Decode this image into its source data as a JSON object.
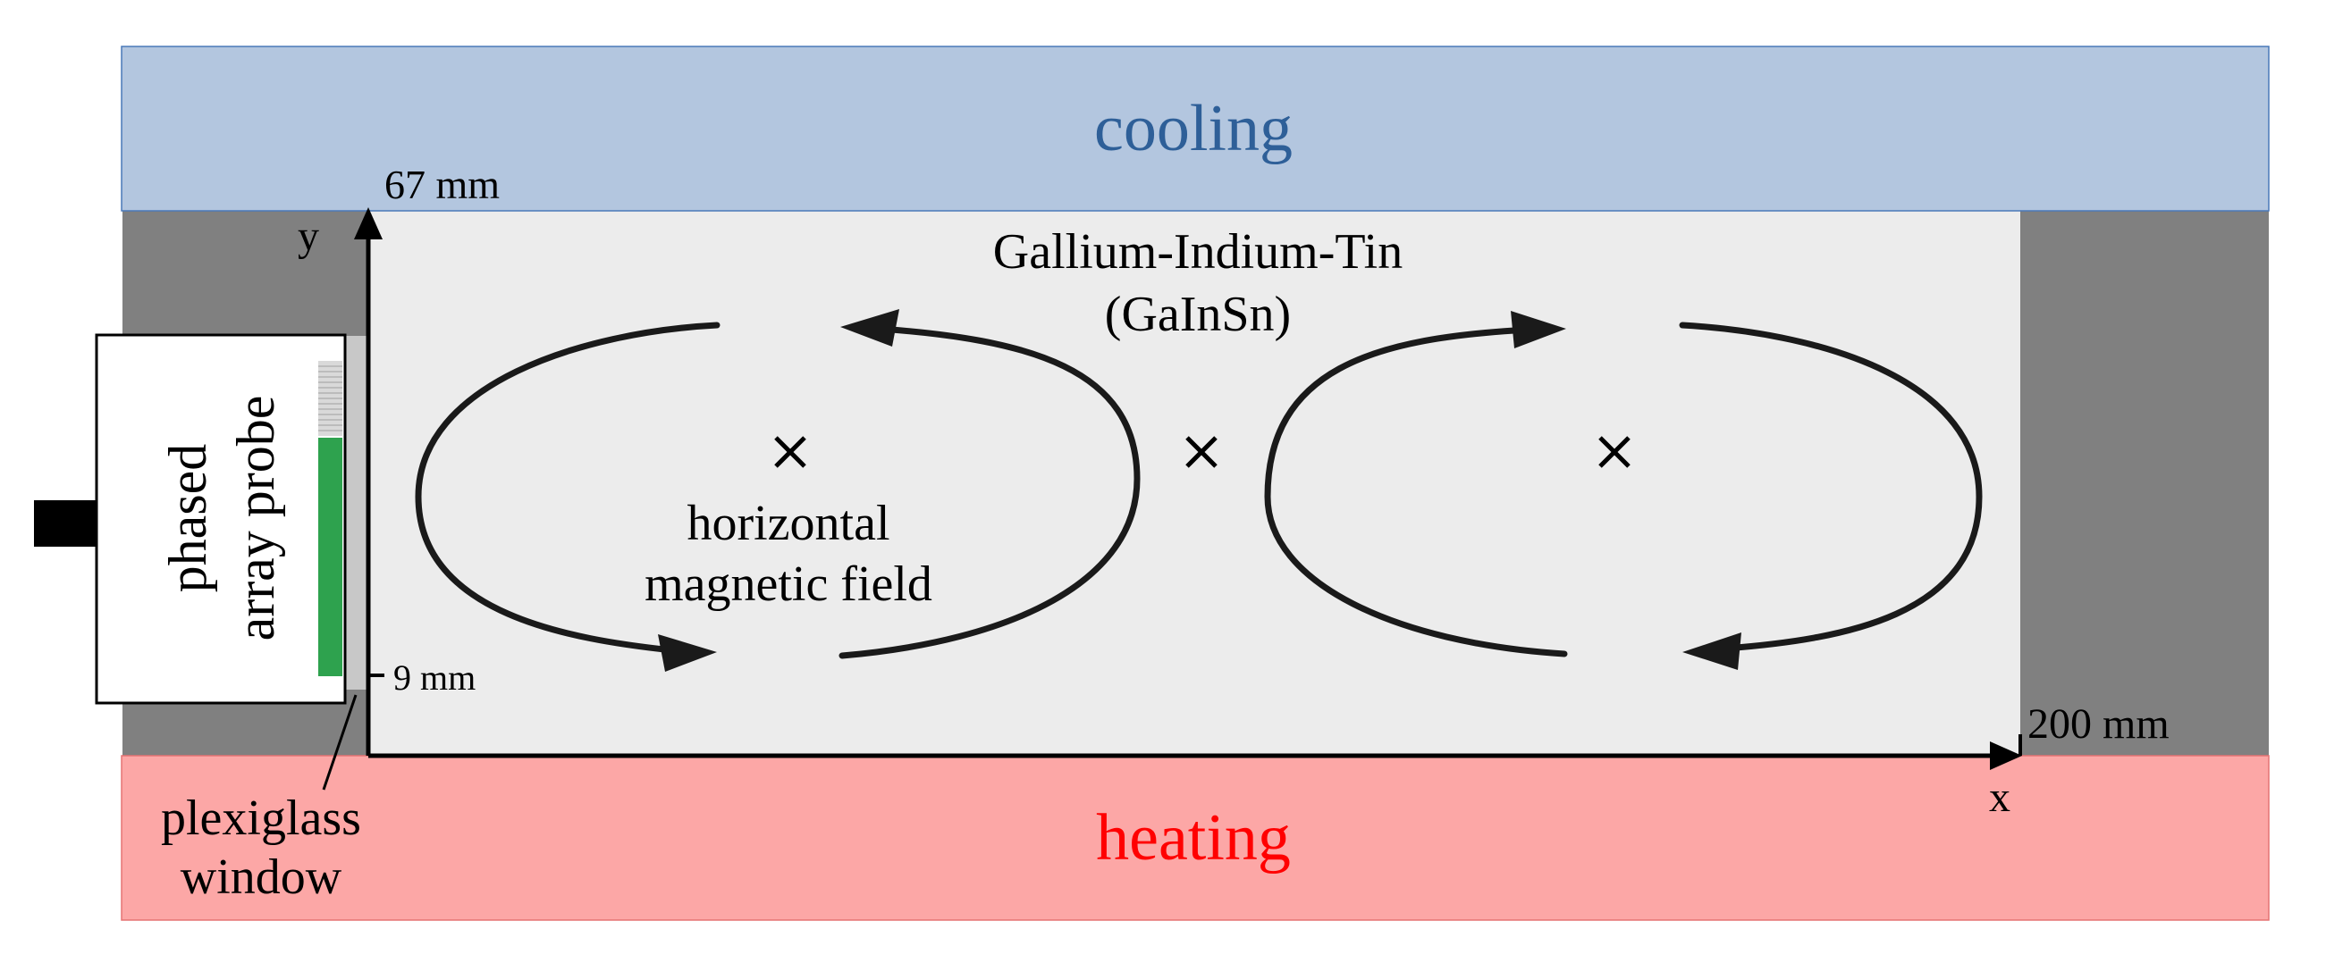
{
  "labels": {
    "cooling": "cooling",
    "heating": "heating",
    "fluid_line1": "Gallium-Indium-Tin",
    "fluid_line2": "(GaInSn)",
    "field_line1": "horizontal",
    "field_line2": "magnetic field",
    "probe_line1": "phased",
    "probe_line2": "array probe",
    "window_line1": "plexiglass",
    "window_line2": "window",
    "y_top": "67 mm",
    "y_probe": "9 mm",
    "x_end": "200 mm",
    "x_axis": "x",
    "y_axis": "y",
    "field_marker": "×"
  },
  "colors": {
    "cooling_fill": "#b3c6df",
    "cooling_border": "#4a78b8",
    "cooling_text": "#2e5f98",
    "heating_fill": "#fca7a6",
    "heating_border": "#e57373",
    "heating_text": "#ff0000",
    "wall": "#808080",
    "fluid": "#ececec",
    "window": "#c8c8c8",
    "sensor_green": "#2ea24e",
    "sensor_striped": "#bdbdbd",
    "ink": "#000000",
    "flow": "#1a1a1a"
  },
  "icons": {
    "field_marker": "cross-mark-icon",
    "flow_arrow": "arrowhead-icon",
    "probe_cable": "cable-connector-icon"
  }
}
